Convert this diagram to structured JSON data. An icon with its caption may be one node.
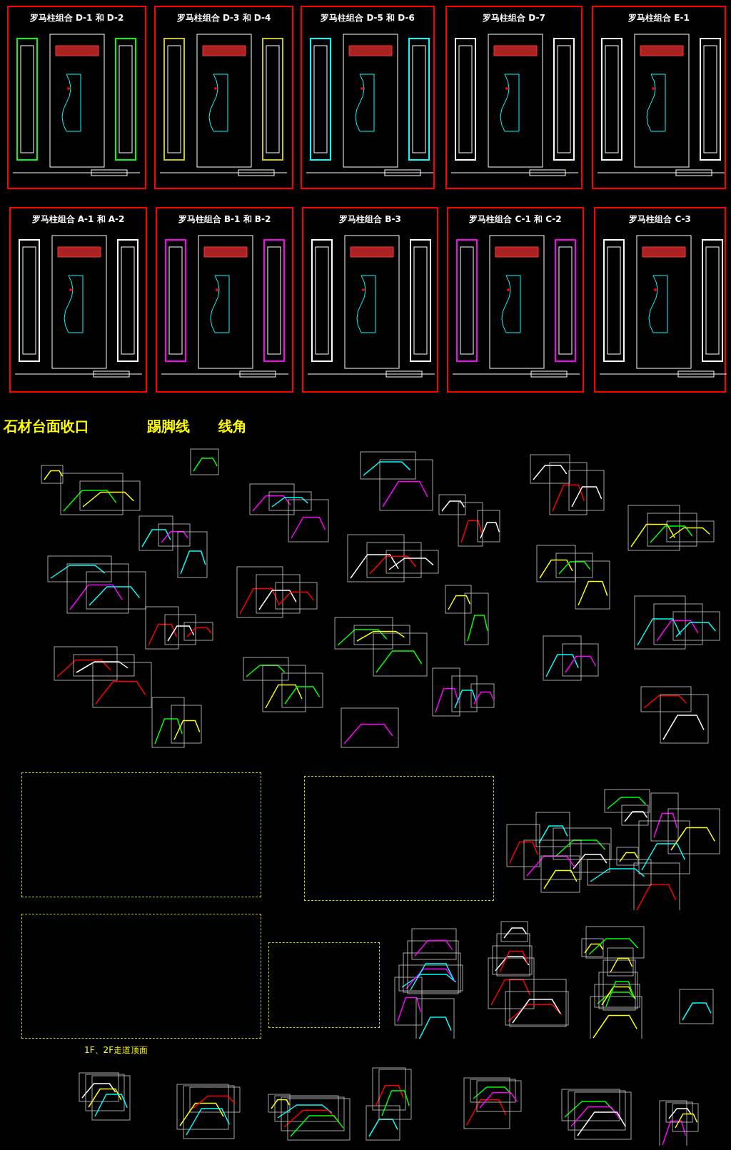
{
  "diagram": {
    "nodes": [
      {
        "text": [
          "罗马柱组合 D-1 和 D-2"
        ]
      },
      {
        "text": [
          "罗马柱组合 D-3 和 D-4"
        ]
      },
      {
        "text": [
          "罗马柱组合 D-5 和 D-6"
        ]
      },
      {
        "text": [
          "罗马柱组合 D-7"
        ]
      },
      {
        "text": [
          "罗马柱组合 E-1"
        ]
      },
      {
        "text": [
          "罗马柱组合 A-1 和 A-2"
        ]
      },
      {
        "text": [
          "罗马柱组合 B-1 和 B-2"
        ]
      },
      {
        "text": [
          "罗马柱组合 B-3"
        ]
      },
      {
        "text": [
          "罗马柱组合 C-1 和 C-2"
        ]
      },
      {
        "text": [
          "罗马柱组合 C-3"
        ]
      }
    ],
    "labels": [
      "石材台面收口",
      "踢脚线",
      "线角",
      "1F、2F走道顶面"
    ]
  }
}
